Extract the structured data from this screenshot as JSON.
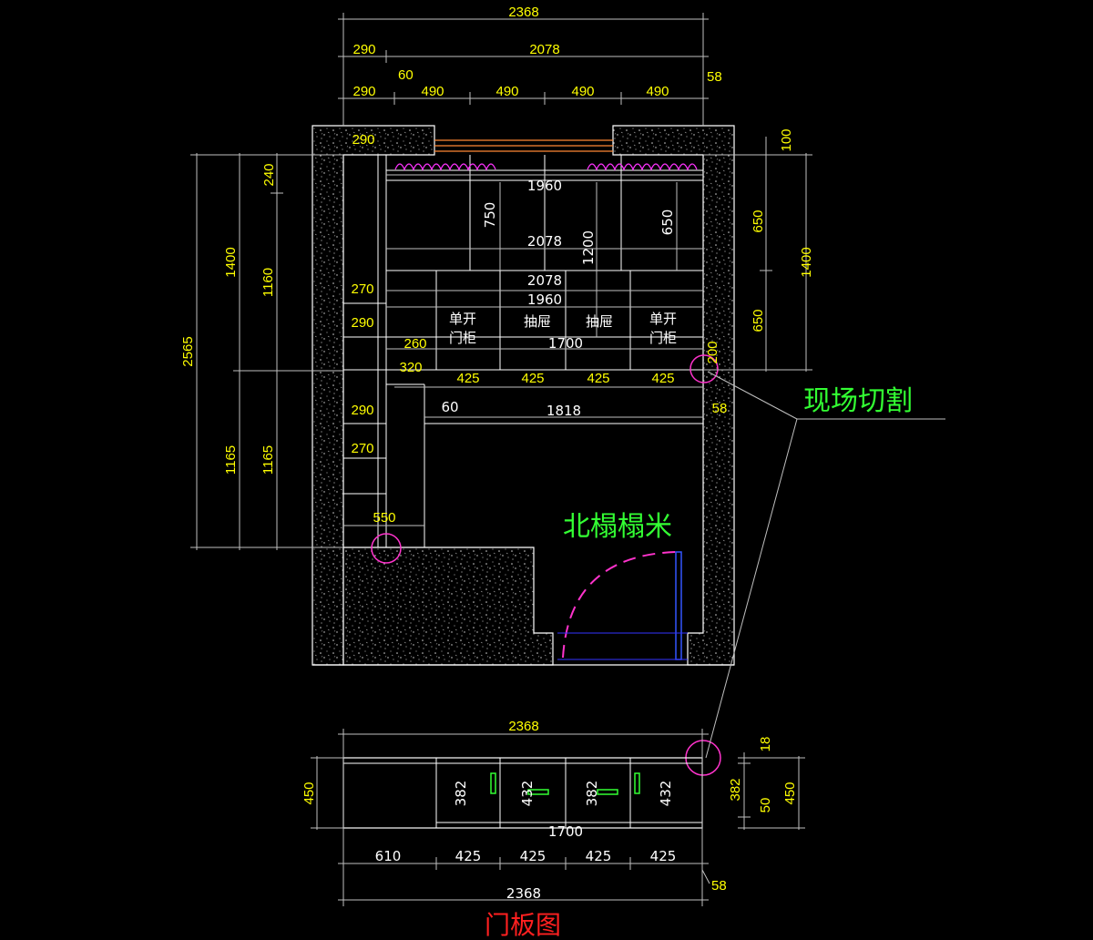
{
  "colors": {
    "background": "#000000",
    "wall": "#ffffff",
    "dimension": "#ffff00",
    "dimension_line": "#bfbfbf",
    "note": "#33ff33",
    "title": "#ff2020",
    "circle_marker": "#ff33cc",
    "door": "#3333ff",
    "rail": "#ff8833"
  },
  "dims": {
    "top_total": "2368",
    "top_left": "290",
    "top_inner": "2078",
    "gap_60": "60",
    "gap_58": "58",
    "row_290": "290",
    "row_490": "490",
    "wall_290": "290",
    "h_240": "240",
    "h_1960": "1960",
    "h_750": "750",
    "h_650a": "650",
    "h_2078": "2078",
    "h_1200": "1200",
    "h_2078b": "2078",
    "h_1960b": "1960",
    "h_270a": "270",
    "h_290b": "290",
    "h_260": "260",
    "h_1700": "1700",
    "h_320": "320",
    "h_425": "425",
    "h_200": "200",
    "h_60b": "60",
    "h_1818": "1818",
    "h_58b": "58",
    "h_290c": "290",
    "h_270b": "270",
    "h_550": "550",
    "left_2565": "2565",
    "left_1400": "1400",
    "left_1160": "1160",
    "left_1165a": "1165",
    "left_1165b": "1165",
    "right_100": "100",
    "right_650a": "650",
    "right_650b": "650",
    "right_1400": "1400",
    "p_2368a": "2368",
    "p_450": "450",
    "p_382": "382",
    "p_432": "432",
    "p_1700": "1700",
    "p_18": "18",
    "p_382r": "382",
    "p_50": "50",
    "p_450r": "450",
    "p_610": "610",
    "p_425": "425",
    "p_2368b": "2368",
    "p_58": "58"
  },
  "labels": {
    "single_door_cabinet_1": "单开",
    "single_door_cabinet_2": "门柜",
    "drawer": "抽屉",
    "site_cut": "现场切割",
    "tatami": "北榻榻米",
    "door_panel_title": "门板图"
  }
}
